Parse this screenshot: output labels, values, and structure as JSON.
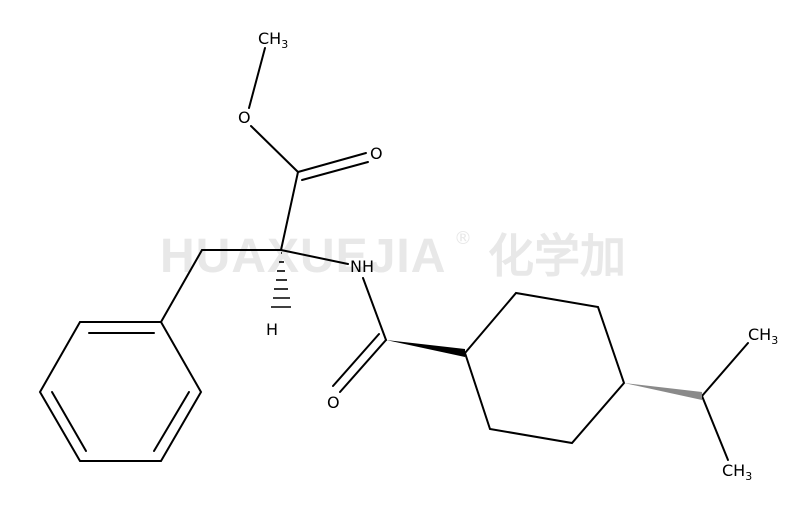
{
  "watermark": {
    "brand": "HUAXUEJIA",
    "registered": "®",
    "chinese": "化学加",
    "color": "#e8e8e8"
  },
  "molecule": {
    "bond_color": "#000000",
    "labels": {
      "methyl_top": {
        "main": "CH",
        "sub": "3"
      },
      "ester_o": "O",
      "carbonyl_o1": "O",
      "amide_nh": "NH",
      "stereo_h": "H",
      "carbonyl_o2": "O",
      "methyl_right_top": {
        "main": "CH",
        "sub": "3"
      },
      "methyl_right_bottom": {
        "main": "CH",
        "sub": "3"
      }
    }
  }
}
